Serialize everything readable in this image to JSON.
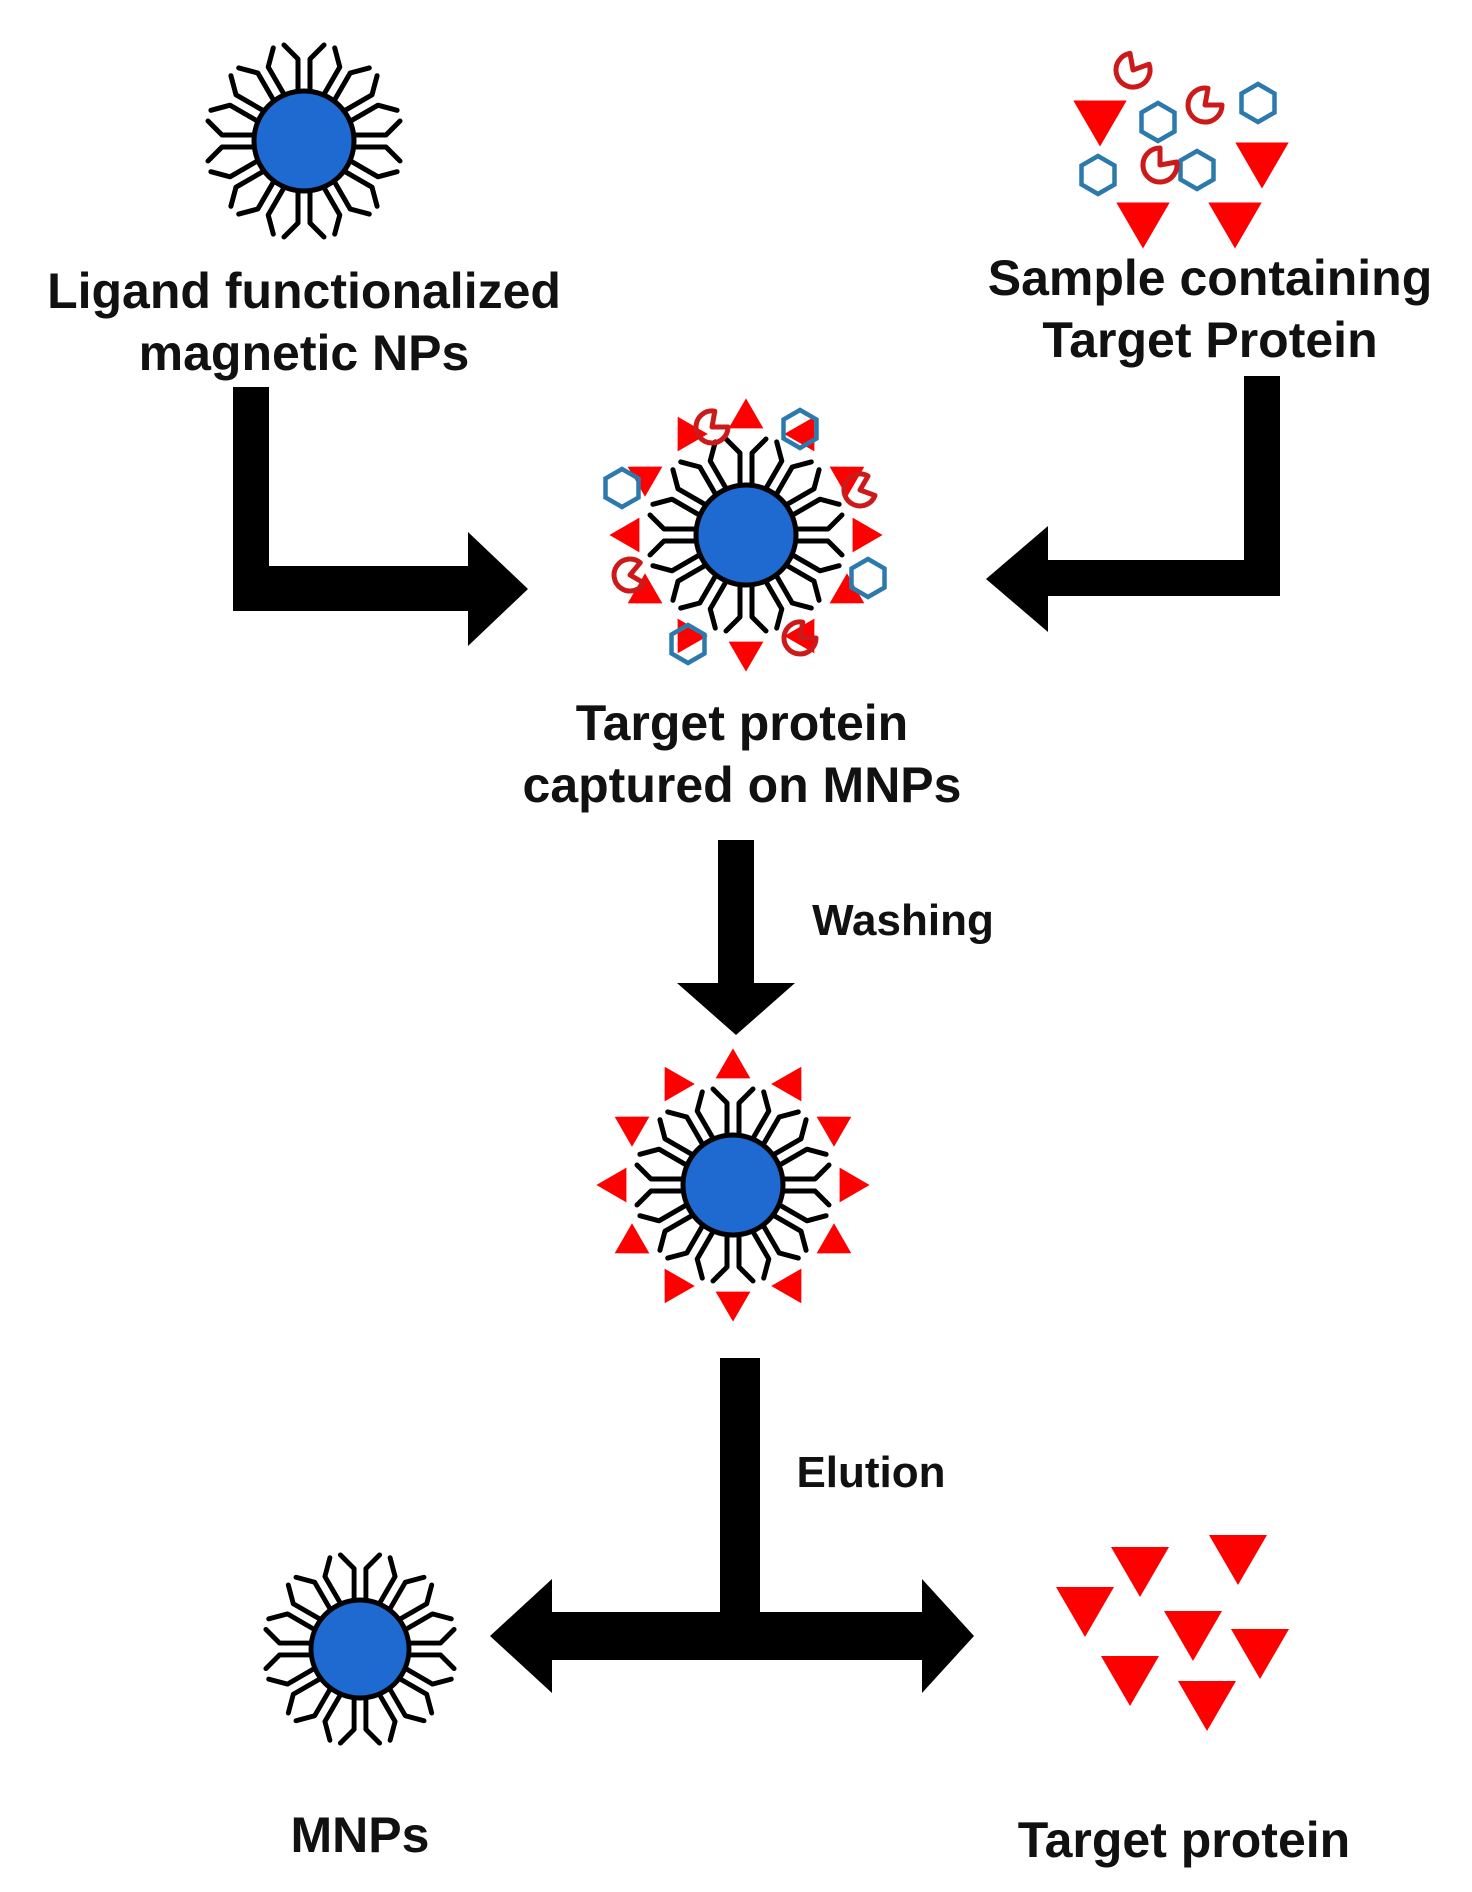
{
  "labels": {
    "ligand_line1": "Ligand functionalized",
    "ligand_line2": "magnetic NPs",
    "sample_line1": "Sample containing",
    "sample_line2": "Target Protein",
    "captured_line1": "Target protein",
    "captured_line2": "captured on MNPs",
    "washing": "Washing",
    "elution": "Elution",
    "mnps": "MNPs",
    "target_protein": "Target protein"
  },
  "colors": {
    "particle": "#1f6ad0",
    "outline": "#000000",
    "target_protein": "#ff0000",
    "pacman_contaminant": "#cc1a1a",
    "hexagon_contaminant": "#2c7aad",
    "arrow": "#000000"
  },
  "icons": {
    "particle": "ligand-magnetic-nanoparticle-icon",
    "target": "red-triangle-target-protein-icon",
    "pacman": "pacman-contaminant-icon",
    "hexagon": "hexagon-contaminant-icon"
  }
}
